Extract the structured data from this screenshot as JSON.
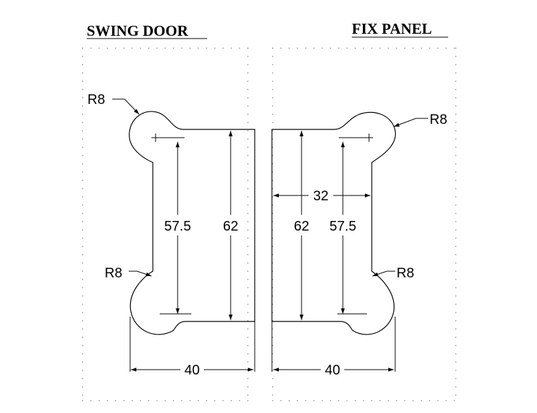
{
  "titles": {
    "swing_door": "SWING DOOR",
    "fix_panel": "FIX PANEL"
  },
  "swing_door": {
    "radius_top": "R8",
    "radius_bottom": "R8",
    "inner_height": "57.5",
    "outer_height": "62",
    "width": "40"
  },
  "fix_panel": {
    "radius_top": "R8",
    "radius_bottom": "R8",
    "inner_height": "57.5",
    "outer_height": "62",
    "gap": "32",
    "width": "40"
  },
  "colors": {
    "line": "#000000",
    "grid_dots": "#9a9a9a",
    "background": "#ffffff"
  }
}
